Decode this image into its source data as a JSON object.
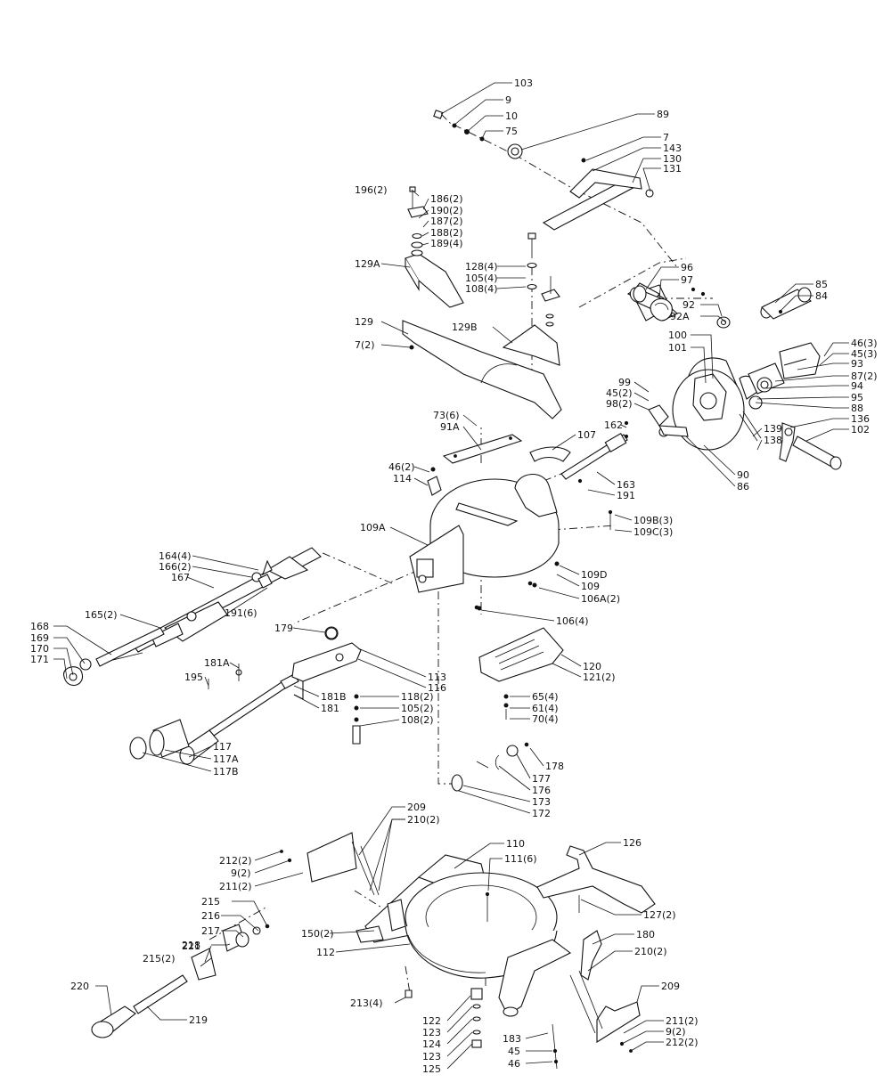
{
  "diagram": {
    "type": "exploded-parts-view",
    "part_labels": [
      "103",
      "9",
      "10",
      "75",
      "89",
      "7",
      "143",
      "130",
      "131",
      "196(2)",
      "186(2)",
      "190(2)",
      "187(2)",
      "188(2)",
      "189(4)",
      "128(4)",
      "105(4)",
      "108(4)",
      "129A",
      "129",
      "129B",
      "7(2)",
      "96",
      "97",
      "85",
      "84",
      "92",
      "92A",
      "100",
      "101",
      "46(3)",
      "45(3)",
      "93",
      "87(2)",
      "94",
      "95",
      "88",
      "99",
      "45(2)",
      "98(2)",
      "162",
      "107",
      "136",
      "139",
      "138",
      "102",
      "90",
      "86",
      "163",
      "191",
      "73(6)",
      "91A",
      "46(2)",
      "114",
      "109B(3)",
      "109C(3)",
      "109A",
      "109D",
      "109",
      "106A(2)",
      "106(4)",
      "164(4)",
      "166(2)",
      "167",
      "165(2)",
      "191(6)",
      "168",
      "169",
      "170",
      "171",
      "179",
      "181A",
      "195",
      "181B",
      "181",
      "113",
      "116",
      "118(2)",
      "105(2)",
      "108(2)",
      "117",
      "117A",
      "117B",
      "120",
      "121(2)",
      "65(4)",
      "61(4)",
      "70(4)",
      "178",
      "177",
      "176",
      "173",
      "172",
      "209",
      "210(2)",
      "110",
      "111(6)",
      "126",
      "212(2)",
      "9(2)",
      "211(2)",
      "127(2)",
      "215",
      "216",
      "217",
      "218",
      "221",
      "215(2)",
      "150(2)",
      "112",
      "180",
      "220",
      "219",
      "213(4)",
      "122",
      "123",
      "124",
      "125",
      "183",
      "45",
      "46"
    ]
  }
}
